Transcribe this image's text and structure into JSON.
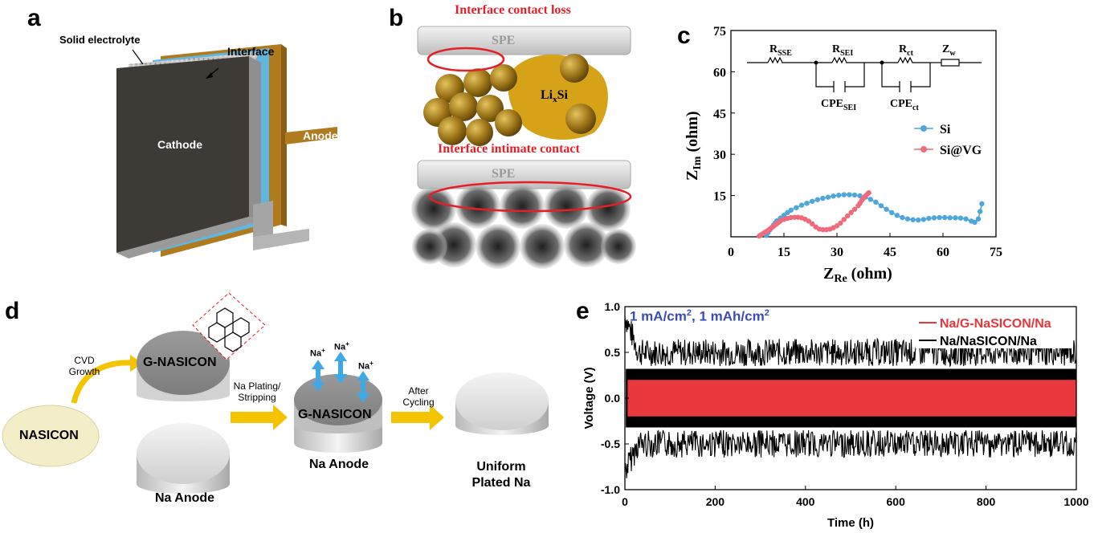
{
  "panel_a": {
    "letter": "a",
    "solid_electrolyte": "Solid electrolyte",
    "interface": "Interface",
    "cathode": "Cathode",
    "anode": "Anode"
  },
  "panel_b": {
    "letter": "b",
    "title_top": "Interface contact loss",
    "title_bottom": "Interface intimate contact",
    "spe": "SPE",
    "lixsi_main": "Li",
    "lixsi_sub": "x",
    "lixsi_tail": "Si"
  },
  "panel_c": {
    "letter": "c",
    "circuit": {
      "r_sse": "R",
      "r_sse_sub": "SSE",
      "r_sei": "R",
      "r_sei_sub": "SEI",
      "r_ct": "R",
      "r_ct_sub": "ct",
      "z_w": "Z",
      "z_w_sub": "w",
      "cpe_sei": "CPE",
      "cpe_sei_sub": "SEI",
      "cpe_ct": "CPE",
      "cpe_ct_sub": "ct"
    },
    "colors": {
      "si": "#4da6dc",
      "si_vg": "#ef6b7b"
    }
  },
  "panel_d": {
    "letter": "d",
    "cvd": "CVD",
    "growth": "Growth",
    "nasicon": "NASICON",
    "g_nasicon": "G-NASICON",
    "na_anode": "Na Anode",
    "plating1": "Na Plating/",
    "plating2": "Stripping",
    "ion": "Na",
    "after1": "After",
    "after2": "Cycling",
    "g_nasicon2": "G-NASICON",
    "na_anode2": "Na Anode",
    "uniform1": "Uniform",
    "uniform2": "Plated Na",
    "colors": {
      "arrow": "#f5c400",
      "ion_arrow": "#3fa9e8"
    }
  },
  "panel_e": {
    "letter": "e",
    "condition_1": "1 mA/cm",
    "condition_sup": "2",
    "condition_2": ", 1 mAh/cm",
    "condition_sup2": "2",
    "colors": {
      "g_nasicon": "#e8373d",
      "nasicon": "#000000",
      "condition": "#3a4bb3"
    }
  },
  "chart_data": [
    {
      "type": "scatter",
      "xlabel": "Z",
      "xlabel_sub": "Re",
      "xlabel_unit": " (ohm)",
      "ylabel": "Z",
      "ylabel_sub": "Im",
      "ylabel_unit": " (ohm)",
      "xlim": [
        0,
        75
      ],
      "ylim": [
        0,
        75
      ],
      "xticks": [
        0,
        15,
        30,
        45,
        60,
        75
      ],
      "yticks": [
        15,
        30,
        45,
        60,
        75
      ],
      "legend": "right",
      "series": [
        {
          "name": "Si",
          "x": [
            10,
            10.5,
            11,
            11.5,
            12,
            12.5,
            13,
            14,
            15,
            16,
            17,
            18.5,
            20,
            21.5,
            23,
            24.5,
            26,
            27.5,
            29,
            30.5,
            32,
            33.5,
            35,
            36.5,
            38,
            39.5,
            41,
            42.5,
            44,
            45.5,
            47,
            48.5,
            50,
            51.5,
            53,
            54.5,
            56,
            57.5,
            59,
            60.5,
            62,
            63.5,
            65,
            66.5,
            68,
            69,
            70,
            70.5,
            71
          ],
          "y": [
            0.5,
            1.5,
            2.5,
            3.3,
            4.2,
            5,
            5.8,
            6.8,
            7.8,
            8.8,
            9.7,
            10.6,
            11.5,
            12.2,
            12.9,
            13.5,
            14,
            14.4,
            14.8,
            15.1,
            15.3,
            15.3,
            15.2,
            14.9,
            14.4,
            13.6,
            12.6,
            11.3,
            10,
            8.8,
            7.8,
            7,
            6.5,
            6.2,
            6.1,
            6.3,
            6.7,
            6.9,
            7,
            7,
            6.9,
            6.9,
            6.8,
            6.5,
            5.7,
            5.3,
            6.5,
            9.2,
            12
          ]
        },
        {
          "name": "Si@VG",
          "x": [
            8,
            8.5,
            9,
            9.5,
            10,
            10.5,
            11,
            11.5,
            12,
            12.5,
            13,
            13.5,
            14,
            15,
            16,
            17,
            18,
            19,
            20,
            21,
            22,
            23,
            24,
            25,
            26,
            27,
            28,
            29,
            30,
            31,
            32,
            33,
            34,
            35,
            36,
            36.5,
            37,
            37.5,
            38,
            38.5,
            39
          ],
          "y": [
            0.3,
            0.7,
            1.1,
            1.5,
            1.9,
            2.3,
            2.8,
            3.3,
            3.8,
            4.3,
            4.8,
            5.3,
            5.8,
            6.3,
            6.7,
            7,
            7.1,
            7.1,
            6.9,
            6.4,
            5.7,
            4.7,
            3.6,
            2.8,
            2.6,
            2.6,
            2.8,
            3.3,
            4,
            5,
            6.3,
            7.6,
            8.8,
            10,
            11.3,
            12.2,
            13.2,
            14,
            14.8,
            15.4,
            16
          ]
        }
      ]
    },
    {
      "type": "line",
      "xlabel": "Time (h)",
      "ylabel": "Voltage (V)",
      "xlim": [
        0,
        1000
      ],
      "ylim": [
        -1.0,
        1.0
      ],
      "xticks": [
        0,
        200,
        400,
        600,
        800,
        1000
      ],
      "yticks": [
        -1.0,
        -0.5,
        0.0,
        0.5,
        1.0
      ],
      "legend": "top-right",
      "series": [
        {
          "name": "Na/G-NaSICON/Na",
          "envelope": [
            0.2,
            -0.2
          ]
        },
        {
          "name": "Na/NaSICON/Na",
          "envelope": [
            0.5,
            -0.5
          ],
          "initial_peak": [
            0.9,
            -0.8
          ]
        }
      ]
    }
  ]
}
